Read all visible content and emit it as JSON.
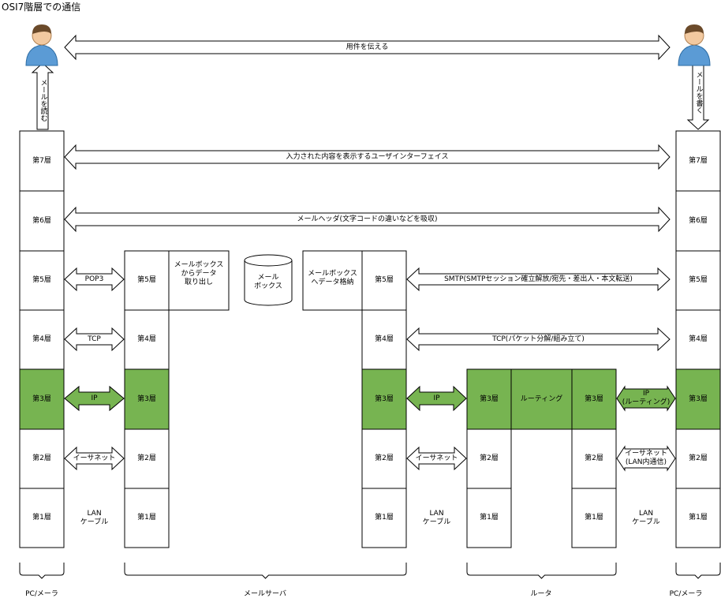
{
  "title": "OSI7階層での通信",
  "layers": {
    "l7": "第7層",
    "l6": "第6層",
    "l5": "第5層",
    "l4": "第4層",
    "l3": "第3層",
    "l2": "第2層",
    "l1": "第1層"
  },
  "arrows": {
    "top": "用件を伝える",
    "l7": "入力された内容を表示するユーザインターフェイス",
    "l6": "メールヘッダ(文字コードの違いなどを吸収)",
    "pop3": "POP3",
    "tcp_left": "TCP",
    "ip_left": "IP",
    "ethernet_left": "イーサネット",
    "smtp": "SMTP(SMTPセッション確立解放/宛先・差出人・本文転送)",
    "tcp_right": "TCP(パケット分解/組み立て)",
    "ip_mid": "IP",
    "ethernet_mid": "イーサネット",
    "ip_right": "IP\n(ルーティング)",
    "ethernet_right": "イーサネット\n(LAN内通信)"
  },
  "actions": {
    "read": "メールを読む",
    "write": "メールを書く"
  },
  "boxes": {
    "mailbox_retrieve": "メールボックス\nからデータ\n取り出し",
    "mailbox_store": "メールボックス\nへデータ格納",
    "mailbox_db": "メール\nボックス",
    "routing": "ルーティング",
    "lan_cable": "LAN\nケーブル"
  },
  "groups": {
    "pc_left": "PC/メーラ",
    "mail_server": "メールサーバ",
    "router": "ルータ",
    "pc_right": "PC/メーラ"
  },
  "colors": {
    "layer3": "#77b451",
    "border": "#000000"
  }
}
